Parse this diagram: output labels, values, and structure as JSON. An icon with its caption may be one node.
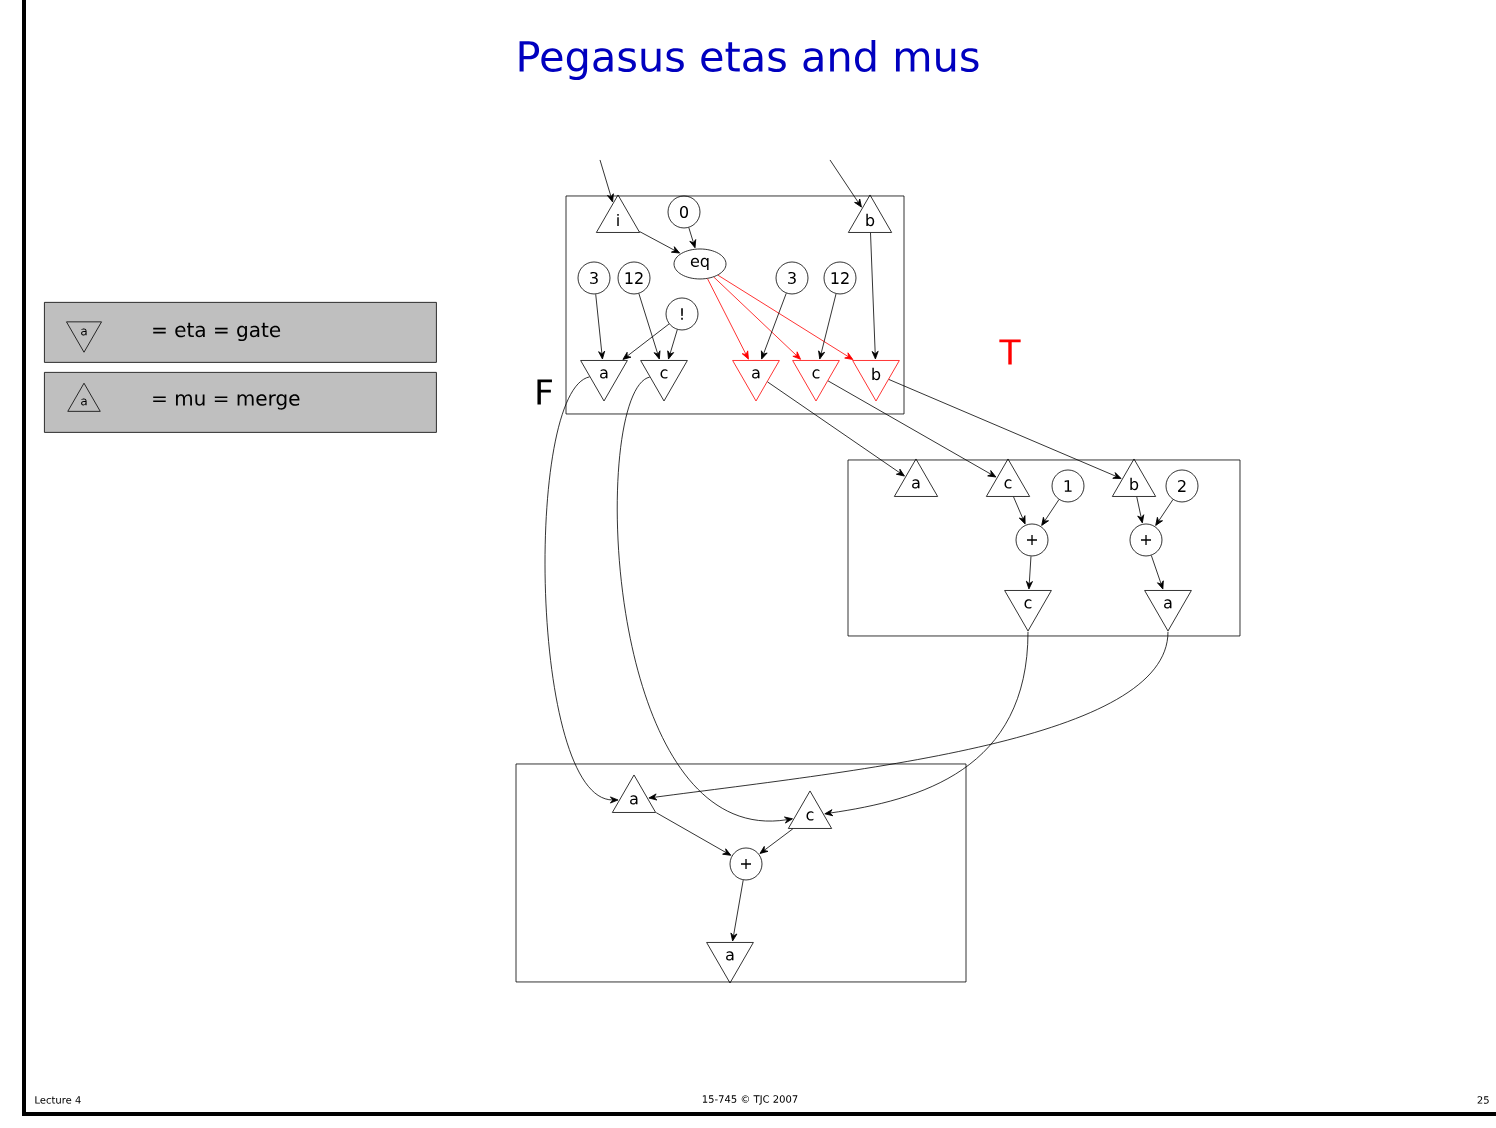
{
  "diagram": {
    "title": "Pegasus etas and mus",
    "nodes": [
      {
        "text": [],
        "shape": "box"
      },
      {
        "text": [],
        "shape": "box"
      },
      {
        "text": [],
        "shape": "box"
      },
      {
        "text": [
          "i"
        ],
        "in": 0
      },
      {
        "text": [
          "0"
        ],
        "in": 0
      },
      {
        "text": [
          "b"
        ],
        "in": 0
      },
      {
        "text": [
          "eq"
        ],
        "in": 0
      },
      {
        "text": [
          "3"
        ],
        "in": 0
      },
      {
        "text": [
          "12"
        ],
        "in": 0
      },
      {
        "text": [
          "3"
        ],
        "in": 0
      },
      {
        "text": [
          "12"
        ],
        "in": 0
      },
      {
        "text": [
          "!"
        ],
        "in": 0
      },
      {
        "text": [
          "a"
        ],
        "in": 0
      },
      {
        "text": [
          "c"
        ],
        "in": 0
      },
      {
        "text": [
          "a"
        ],
        "in": 0
      },
      {
        "text": [
          "c"
        ],
        "in": 0
      },
      {
        "text": [
          "b"
        ],
        "in": 0
      },
      {
        "text": [
          "a"
        ],
        "in": 1
      },
      {
        "text": [
          "c"
        ],
        "in": 1
      },
      {
        "text": [
          "1"
        ],
        "in": 1
      },
      {
        "text": [
          "b"
        ],
        "in": 1
      },
      {
        "text": [
          "2"
        ],
        "in": 1
      },
      {
        "text": [
          "+"
        ],
        "in": 1
      },
      {
        "text": [
          "+"
        ],
        "in": 1
      },
      {
        "text": [
          "c"
        ],
        "in": 1
      },
      {
        "text": [
          "a"
        ],
        "in": 1
      },
      {
        "text": [
          "a"
        ],
        "in": 2
      },
      {
        "text": [
          "c"
        ],
        "in": 2
      },
      {
        "text": [
          "+"
        ],
        "in": 2
      },
      {
        "text": [
          "a"
        ],
        "in": 2
      },
      {
        "text": [
          "a",
          "= eta = gate"
        ]
      },
      {
        "text": [
          "a",
          "= mu = merge"
        ]
      }
    ],
    "edges": [
      {
        "from": null,
        "to": 3,
        "arrow": "to"
      },
      {
        "from": null,
        "to": 5,
        "arrow": "to"
      },
      {
        "from": 3,
        "to": 6,
        "arrow": "to"
      },
      {
        "from": 4,
        "to": 6,
        "arrow": "to"
      },
      {
        "from": 7,
        "to": 12,
        "arrow": "to"
      },
      {
        "from": 8,
        "to": 13,
        "arrow": "to"
      },
      {
        "from": 11,
        "to": 12,
        "arrow": "to"
      },
      {
        "from": 11,
        "to": 13,
        "arrow": "to"
      },
      {
        "from": 6,
        "to": 14,
        "arrow": "to",
        "color": "#ff0000"
      },
      {
        "from": 6,
        "to": 15,
        "arrow": "to",
        "color": "#ff0000"
      },
      {
        "from": 6,
        "to": 16,
        "arrow": "to",
        "color": "#ff0000"
      },
      {
        "from": 9,
        "to": 14,
        "arrow": "to"
      },
      {
        "from": 10,
        "to": 15,
        "arrow": "to"
      },
      {
        "from": 5,
        "to": 16,
        "arrow": "to"
      },
      {
        "from": 14,
        "to": 17,
        "arrow": "to"
      },
      {
        "from": 15,
        "to": 18,
        "arrow": "to"
      },
      {
        "from": 16,
        "to": 20,
        "arrow": "to"
      },
      {
        "from": 18,
        "to": 22,
        "arrow": "to"
      },
      {
        "from": 19,
        "to": 22,
        "arrow": "to"
      },
      {
        "from": 20,
        "to": 23,
        "arrow": "to"
      },
      {
        "from": 21,
        "to": 23,
        "arrow": "to"
      },
      {
        "from": 22,
        "to": 24,
        "arrow": "to"
      },
      {
        "from": 23,
        "to": 25,
        "arrow": "to"
      },
      {
        "from": 12,
        "to": 26,
        "arrow": "to"
      },
      {
        "from": 13,
        "to": 27,
        "arrow": "to"
      },
      {
        "from": 24,
        "to": 27,
        "arrow": "to"
      },
      {
        "from": 25,
        "to": 26,
        "arrow": "to"
      },
      {
        "from": 26,
        "to": 28,
        "arrow": "to"
      },
      {
        "from": 27,
        "to": 28,
        "arrow": "to"
      },
      {
        "from": 28,
        "to": 29,
        "arrow": "to"
      }
    ],
    "labels": [
      "F",
      "T",
      "Lecture 4",
      "15-745 © TJC 2007",
      "25"
    ]
  }
}
